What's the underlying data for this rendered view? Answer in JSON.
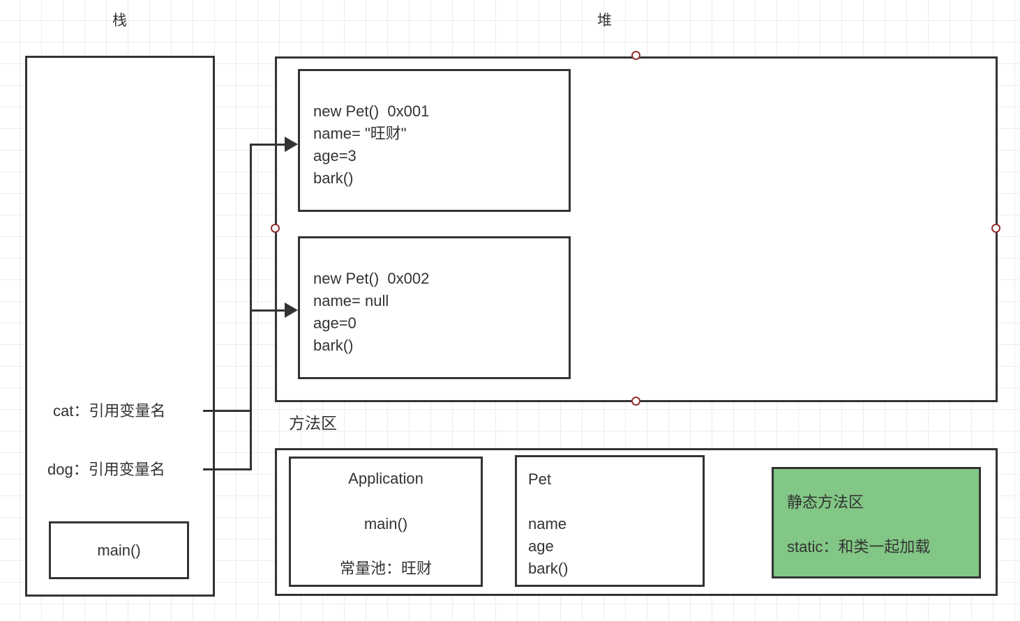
{
  "diagram": {
    "title_stack": "栈",
    "title_heap": "堆",
    "title_method_area": "方法区"
  },
  "stack": {
    "variables": [
      {
        "label": "cat：引用变量名"
      },
      {
        "label": "dog：引用变量名"
      }
    ],
    "frame": {
      "label": "main()"
    }
  },
  "heap": {
    "objects": [
      {
        "line1": "new Pet()  0x001",
        "line2": "name= \"旺财\"",
        "line3": "age=3",
        "line4": "bark()"
      },
      {
        "line1": "new Pet()  0x002",
        "line2": "name= null",
        "line3": "age=0",
        "line4": "bark()"
      }
    ]
  },
  "method_area": {
    "application": {
      "class_name": "Application",
      "method": "main()",
      "constant_pool": "常量池：旺财"
    },
    "pet": {
      "class_name": "Pet",
      "field1": "name",
      "field2": "age",
      "method": "bark()"
    },
    "static_area": {
      "heading": "静态方法区",
      "note": "static：和类一起加载"
    }
  },
  "colors": {
    "stroke": "#333333",
    "static_area_fill": "#82c785",
    "endpoint_stroke": "#90302f",
    "grid": "#ececec"
  },
  "endpoint_icons": {
    "heap_top": "connection-endpoint-circle",
    "heap_left": "connection-endpoint-circle",
    "heap_bottom": "connection-endpoint-circle",
    "heap_right": "connection-endpoint-circle"
  }
}
